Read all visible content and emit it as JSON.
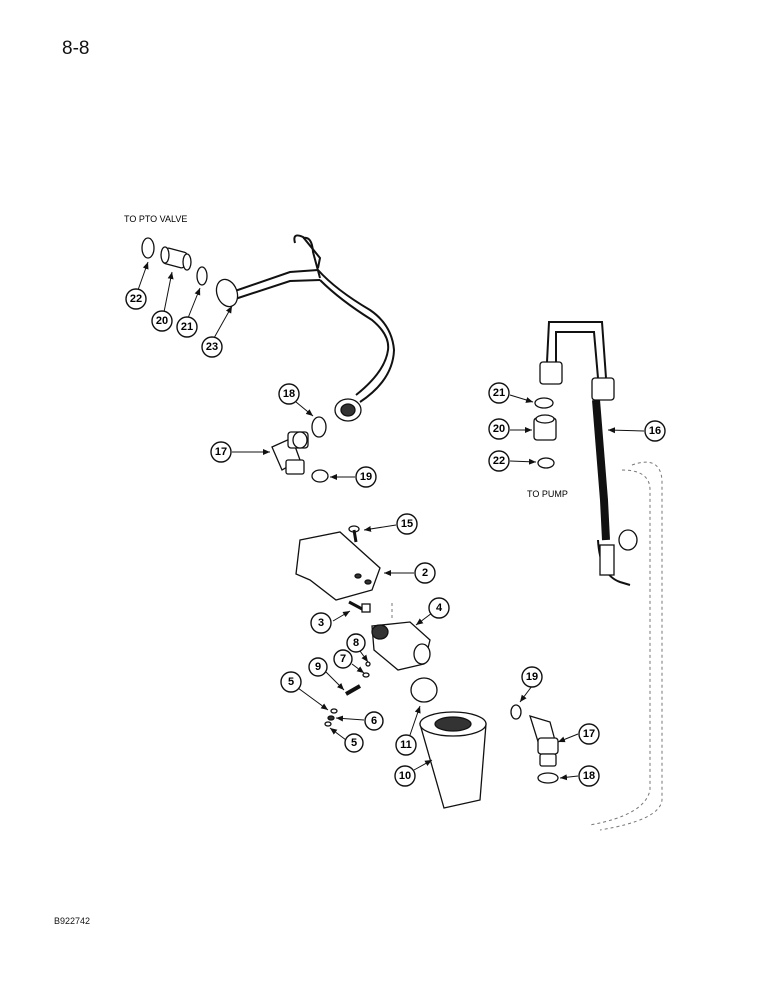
{
  "page": {
    "number": "8-8",
    "code": "B922742"
  },
  "labels": {
    "to_pto_valve": "TO PTO VALVE",
    "to_pump": "TO PUMP"
  },
  "callouts": [
    "22",
    "20",
    "21",
    "23",
    "18",
    "17",
    "19",
    "21",
    "20",
    "22",
    "16",
    "15",
    "2",
    "3",
    "4",
    "8",
    "7",
    "9",
    "5",
    "6",
    "5",
    "11",
    "10",
    "19",
    "17",
    "18"
  ]
}
